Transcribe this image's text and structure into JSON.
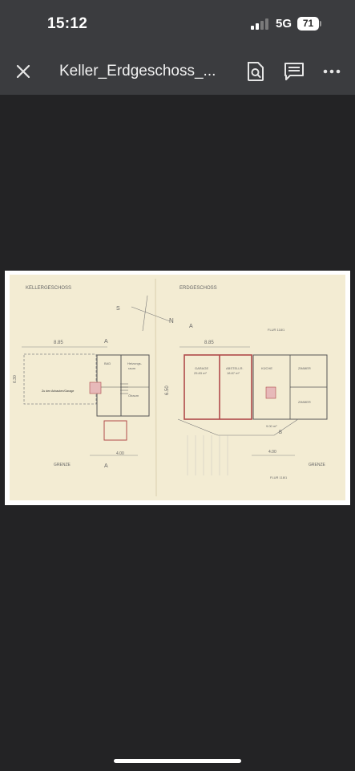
{
  "status_bar": {
    "time": "15:12",
    "network": "5G",
    "battery": "71"
  },
  "toolbar": {
    "title": "Keller_Erdgeschoss_...",
    "close_icon": "close-icon",
    "find_icon": "find-in-page-icon",
    "comment_icon": "comment-icon",
    "more_icon": "more-horizontal-icon"
  },
  "plan": {
    "left_title": "KELLERGESCHOSS",
    "right_title": "ERDGESCHOSS",
    "compass_s": "S",
    "compass_n": "N",
    "dim_left_width": "8.85",
    "dim_right_width": "8.85",
    "dim_left_side": "6.30",
    "dim_right_side": "6.50",
    "dim_left_bottom": "4.00",
    "dim_right_bottom": "4.00",
    "section_a": "A",
    "section_b": "B",
    "label_bad": "BAD",
    "label_heizung": "Heizungs-",
    "label_raum": "raum",
    "label_oelraum": "Ölraum",
    "label_anbauten": "Zu den Anbauten/Garage",
    "label_garage": "GARAGE",
    "area_garage": "25.83 m²",
    "label_abstell": "ABSTELLR.",
    "area_abstell": "18.87 m²",
    "label_kueche": "KÜCHE",
    "label_zimmer_top": "ZIMMER",
    "label_zimmer_bottom": "ZIMMER",
    "area_flur": "9.00 m²",
    "label_grenze_left": "GRENZE",
    "label_grenze_right": "GRENZE",
    "label_flur_top": "FLUR 118/1",
    "label_flur_bottom": "FLUR 118/1"
  }
}
